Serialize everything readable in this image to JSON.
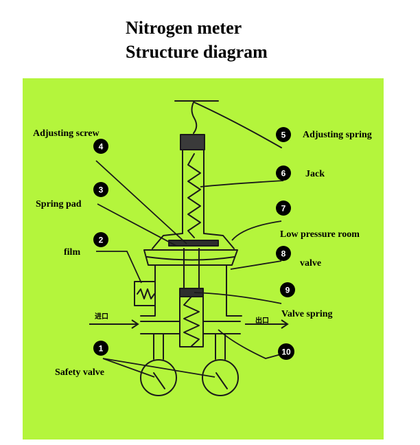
{
  "title": {
    "line1": "Nitrogen meter",
    "line2": "Structure diagram"
  },
  "colors": {
    "background": "#b4f53c",
    "ink": "#1a1a1a",
    "marker": "#000000"
  },
  "labels": {
    "adjusting_screw": "Adjusting screw",
    "adjusting_spring": "Adjusting spring",
    "jack": "Jack",
    "spring_pad": "Spring pad",
    "low_pressure_room": "Low pressure room",
    "film": "film",
    "valve": "valve",
    "valve_spring": "Valve spring",
    "inlet": "进口",
    "outlet": "出口",
    "safety_valve": "Safety valve"
  },
  "markers": {
    "m1": "1",
    "m2": "2",
    "m3": "3",
    "m4": "4",
    "m5": "5",
    "m6": "6",
    "m7": "7",
    "m8": "8",
    "m9": "9",
    "m10": "10"
  }
}
